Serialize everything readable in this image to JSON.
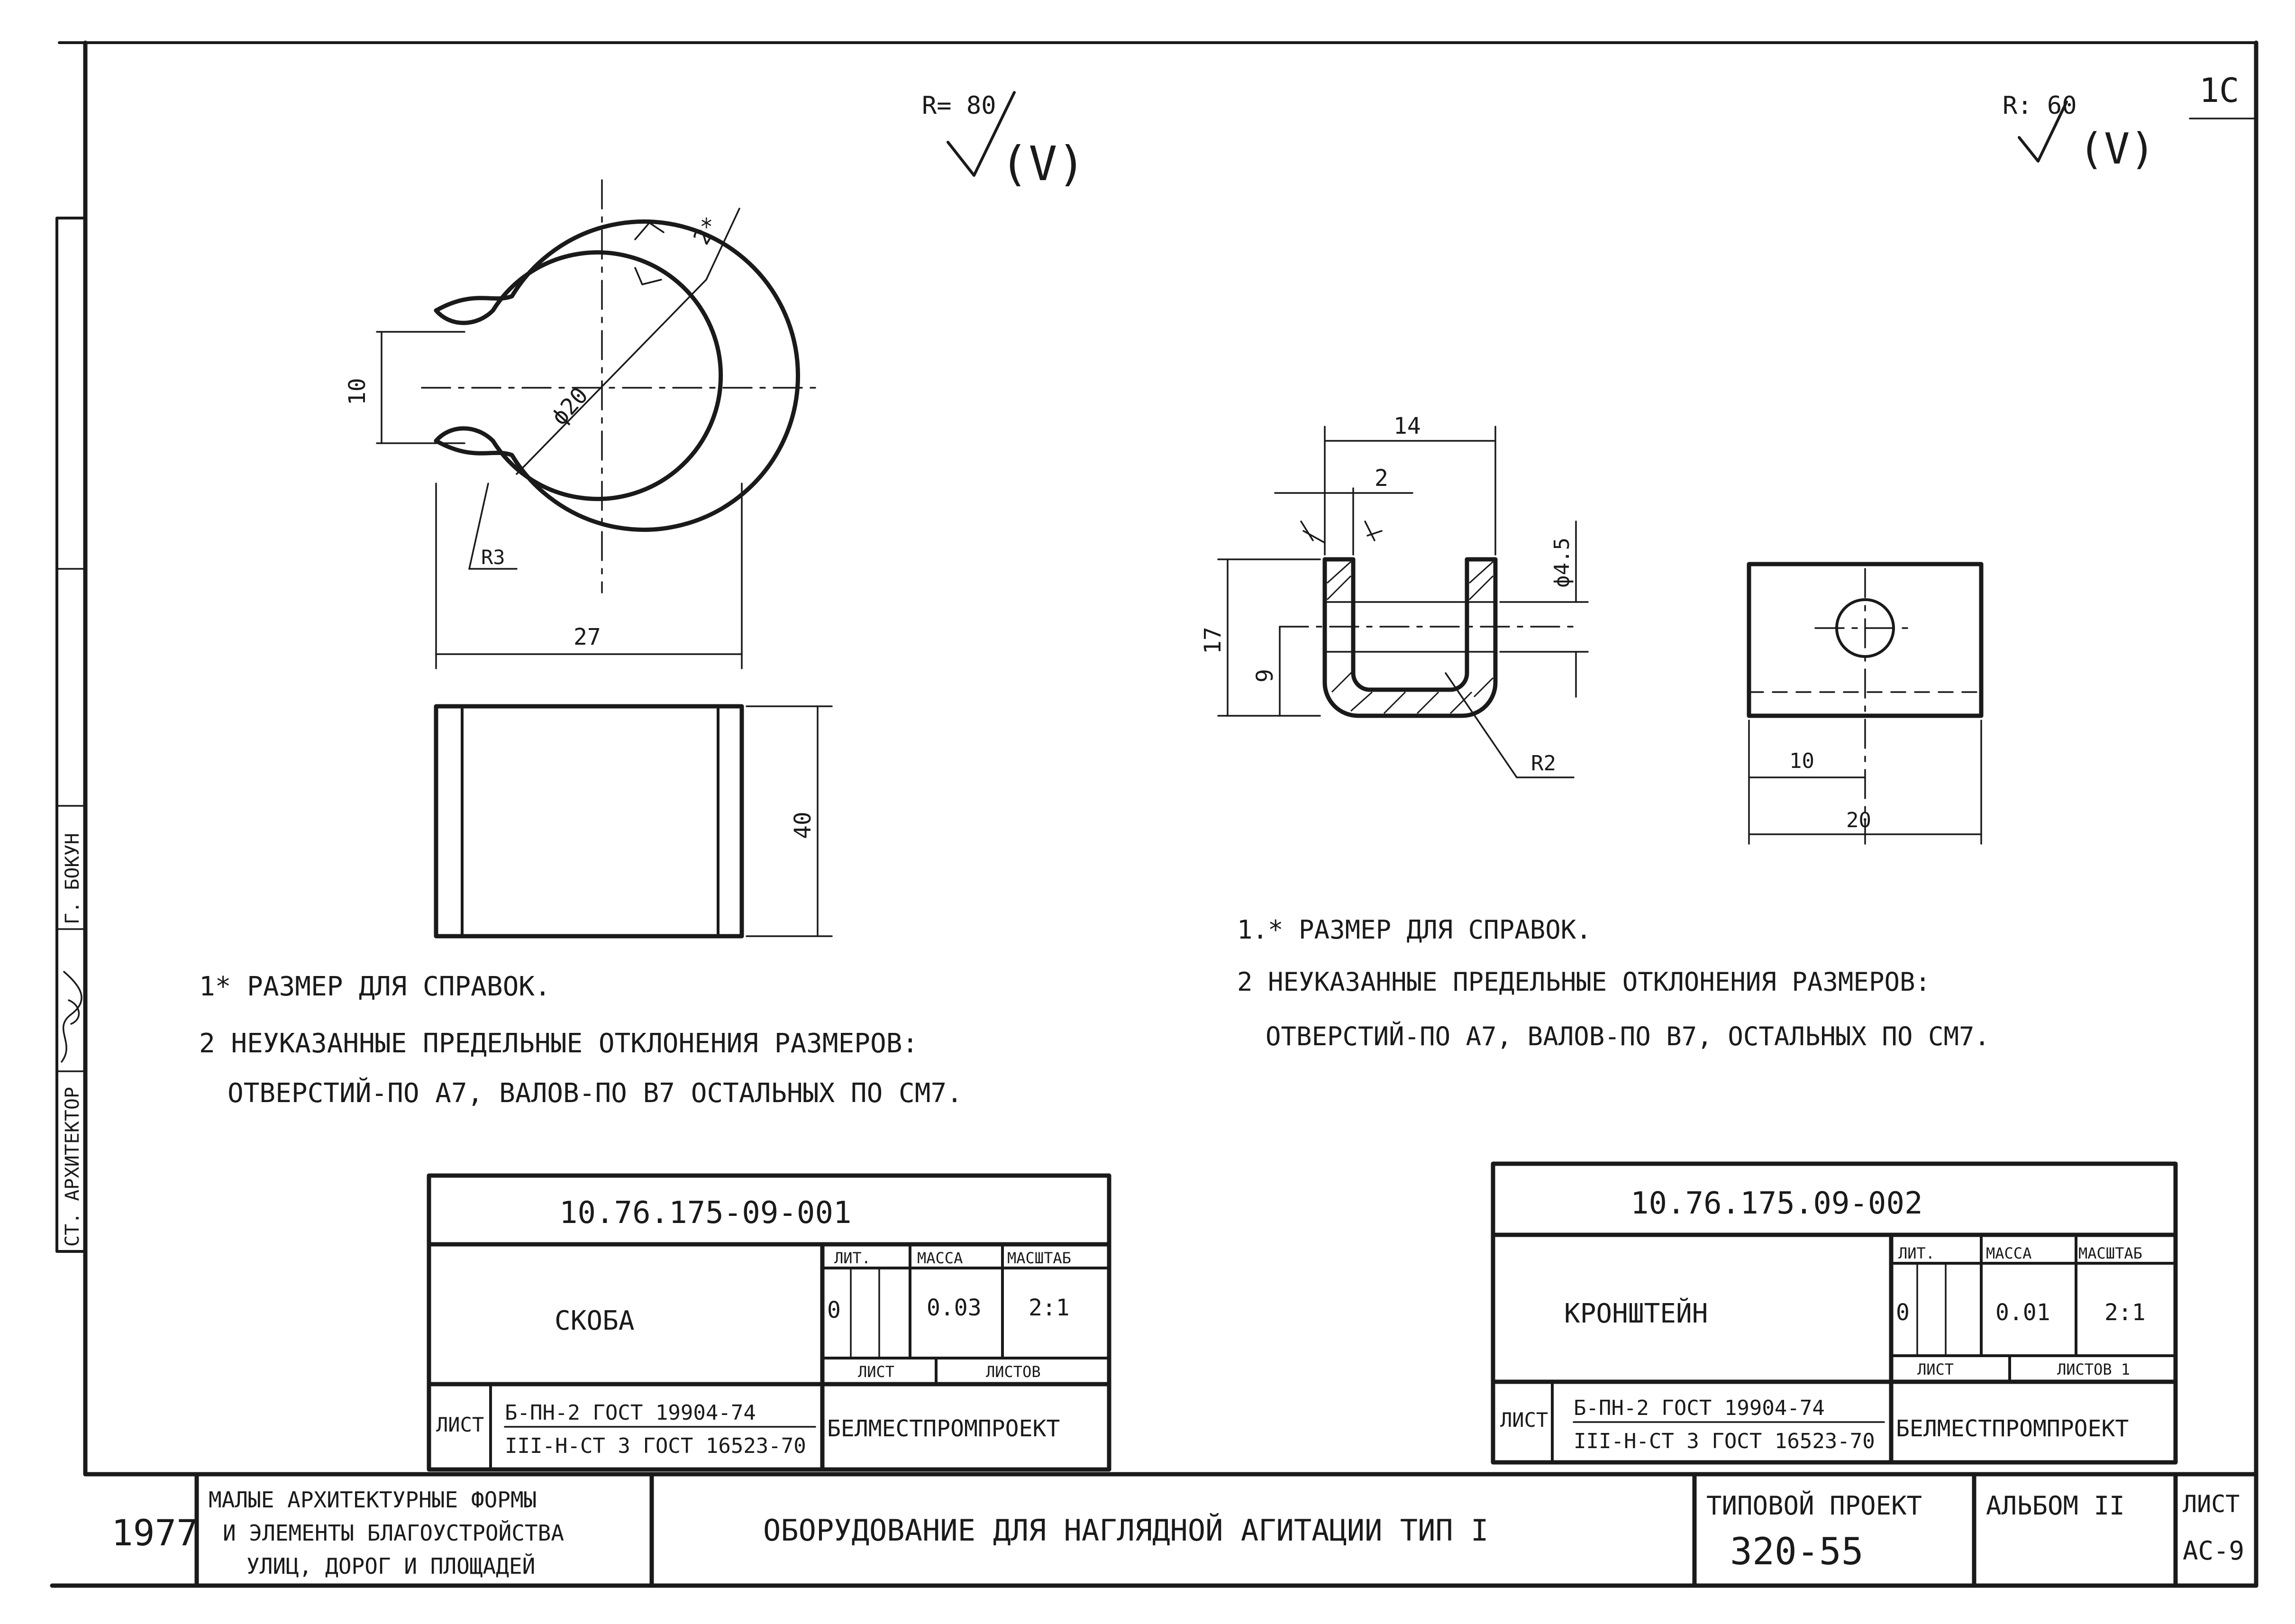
{
  "roughness": {
    "left": {
      "ra": "R= 80",
      "sym": "(V)"
    },
    "right": {
      "ra": "R: 60",
      "sym": "(V)"
    }
  },
  "corner_mark": "1C",
  "side_stamp": {
    "role": "СТ. АРХИТЕКТОР",
    "name": "Г. БОКУН"
  },
  "part1": {
    "dims": {
      "d_outer": "ϕ20",
      "width": "27",
      "gap": "10",
      "length": "40",
      "radius": "R3",
      "thick": "2*"
    },
    "notes": [
      "1* РАЗМЕР ДЛЯ СПРАВОК.",
      "2 НЕУКАЗАННЫЕ ПРЕДЕЛЬНЫЕ ОТКЛОНЕНИЯ РАЗМЕРОВ:",
      "ОТВЕРСТИЙ-ПО А7, ВАЛОВ-ПО В7 ОСТАЛЬНЫХ ПО СМ7."
    ],
    "title_block": {
      "code": "10.76.175-09-001",
      "name": "СКОБА",
      "lit_label": "ЛИТ.",
      "mass_label": "МАССА",
      "scale_label": "МАСШТАБ",
      "lit_value": "0",
      "mass_value": "0.03",
      "scale_value": "2:1",
      "sheet_label": "ЛИСТ",
      "sheets_label": "ЛИСТОВ",
      "list_label": "ЛИСТ",
      "material_top": "Б-ПН-2 ГОСТ 19904-74",
      "material_bottom": "III-Н-СТ 3 ГОСТ 16523-70",
      "org": "БЕЛМЕСТПРОМПРОЕКТ"
    }
  },
  "part2": {
    "dims": {
      "width": "14",
      "wall": "2",
      "hole": "ϕ4.5",
      "height": "17",
      "hole_pos": "9",
      "radius": "R2",
      "plate_half": "10",
      "plate_width": "20"
    },
    "notes": [
      "1.* РАЗМЕР ДЛЯ СПРАВОК.",
      "2 НЕУКАЗАННЫЕ ПРЕДЕЛЬНЫЕ ОТКЛОНЕНИЯ РАЗМЕРОВ:",
      "ОТВЕРСТИЙ-ПО А7, ВАЛОВ-ПО В7, ОСТАЛЬНЫХ ПО СМ7."
    ],
    "title_block": {
      "code": "10.76.175.09-002",
      "name": "КРОНШТЕЙН",
      "lit_label": "ЛИТ.",
      "mass_label": "МАССА",
      "scale_label": "МАСШТАБ",
      "lit_value": "0",
      "mass_value": "0.01",
      "scale_value": "2:1",
      "sheet_label": "ЛИСТ",
      "sheets_label": "ЛИСТОВ 1",
      "list_label": "ЛИСТ",
      "material_top": "Б-ПН-2 ГОСТ 19904-74",
      "material_bottom": "III-Н-СТ 3 ГОСТ 16523-70",
      "org": "БЕЛМЕСТПРОМПРОЕКТ"
    }
  },
  "footer": {
    "year": "1977",
    "series_lines": [
      "МАЛЫЕ АРХИТЕКТУРНЫЕ ФОРМЫ",
      "И ЭЛЕМЕНТЫ БЛАГОУСТРОЙСТВА",
      "УЛИЦ, ДОРОГ И ПЛОЩАДЕЙ"
    ],
    "title": "ОБОРУДОВАНИЕ ДЛЯ НАГЛЯДНОЙ АГИТАЦИИ  ТИП I",
    "project_label": "ТИПОВОЙ ПРОЕКТ",
    "project_number": "320-55",
    "album": "АЛЬБОМ II",
    "sheet_label": "ЛИСТ",
    "sheet_number": "АС-9"
  }
}
